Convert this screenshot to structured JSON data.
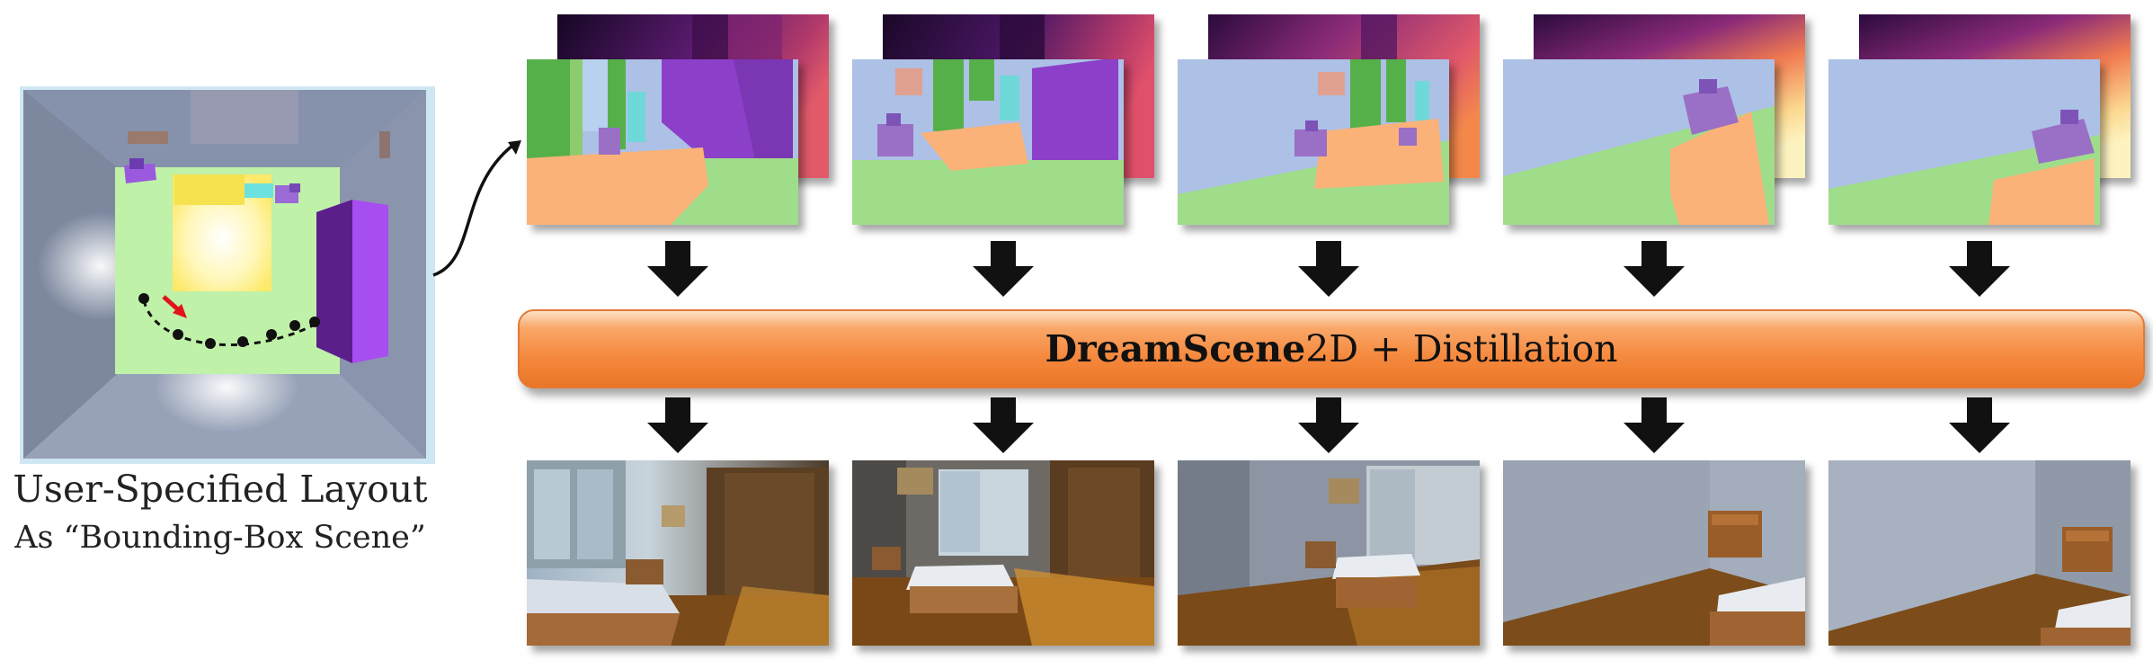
{
  "layout_caption": {
    "line1": "User-Specified Layout",
    "line2": "As “Bounding-Box Scene”"
  },
  "banner": {
    "bold": "DreamScene",
    "rest": "2D + Distillation"
  },
  "views": [
    {
      "id": 1
    },
    {
      "id": 2
    },
    {
      "id": 3
    },
    {
      "id": 4
    },
    {
      "id": 5
    }
  ],
  "colors": {
    "sky": "#adc0e6",
    "floor": "#9fdd8a",
    "bed": "#fbb278",
    "wardrobe": "#8c3fc9",
    "nightstand": "#9a6fc6",
    "lamp": "#5fd3d3",
    "window": "#56b04a",
    "banner": "#f5893e",
    "path_arrow": "#e0141a"
  },
  "icons": [
    "down-arrow-icon",
    "curved-arrow-icon",
    "camera-icon"
  ]
}
